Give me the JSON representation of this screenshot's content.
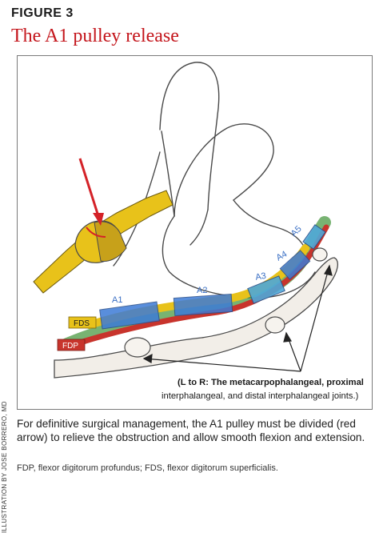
{
  "figure": {
    "label": "FIGURE 3",
    "title": "The A1 pulley release",
    "credit": "ILLUSTRATION BY JOSE BORRERO, MD"
  },
  "illustration": {
    "pulleys": [
      "A1",
      "A2",
      "A3",
      "A4",
      "A5"
    ],
    "tendons": [
      "FDS",
      "FDP"
    ],
    "note_line1": "(L to R: The metacarpophalangeal, proximal",
    "note_line2": "interphalangeal, and distal interphalangeal joints.)",
    "colors": {
      "arrow": "#d42228",
      "tendon_yellow": "#e8c21a",
      "tendon_red": "#c8342c",
      "pulley_blue": "#3d7bd6",
      "pulley_cyan": "#4fa8d8",
      "sheath_green": "#4b9a43",
      "outline": "#4a4a4a",
      "label_blue": "#3a6fc4"
    }
  },
  "caption": "For definitive surgical management, the A1 pulley must be divided (red arrow) to relieve the obstruction and allow smooth flexion and extension.",
  "abbreviations": "FDP, flexor digitorum profundus; FDS, flexor digitorum superficialis."
}
